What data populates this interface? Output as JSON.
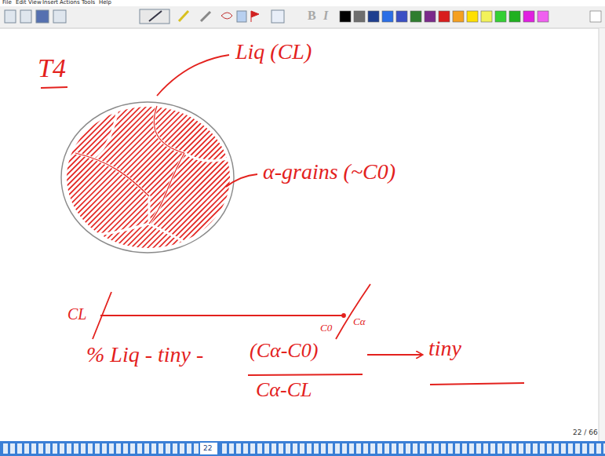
{
  "diagram": {
    "title": "T4",
    "labels": [
      "File",
      "Edit",
      "View",
      "Insert",
      "Actions",
      "Tools",
      "Help",
      "Liq (CL)",
      "α-grains (~C0)",
      "CL",
      "C0",
      "Cα",
      "% Liq - tiny -",
      "(Cα-C0)",
      "Cα-CL",
      "tiny",
      "22 / 66",
      "22",
      "B",
      "I"
    ]
  }
}
